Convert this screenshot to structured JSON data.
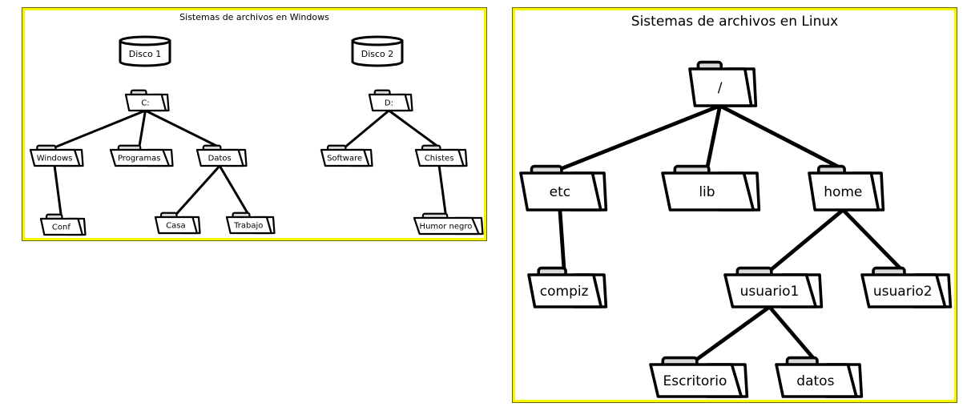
{
  "windows": {
    "title": "Sistemas de archivos en Windows",
    "disks": [
      {
        "id": "disk1",
        "label": "Disco 1"
      },
      {
        "id": "disk2",
        "label": "Disco 2"
      }
    ],
    "folders": [
      {
        "id": "c",
        "label": "C:"
      },
      {
        "id": "windows",
        "label": "Windows"
      },
      {
        "id": "programas",
        "label": "Programas"
      },
      {
        "id": "datos",
        "label": "Datos"
      },
      {
        "id": "conf",
        "label": "Conf"
      },
      {
        "id": "casa",
        "label": "Casa"
      },
      {
        "id": "trabajo",
        "label": "Trabajo"
      },
      {
        "id": "d",
        "label": "D:"
      },
      {
        "id": "software",
        "label": "Software"
      },
      {
        "id": "chistes",
        "label": "Chistes"
      },
      {
        "id": "humor",
        "label": "Humor negro"
      }
    ],
    "edges": [
      [
        "c",
        "windows"
      ],
      [
        "c",
        "programas"
      ],
      [
        "c",
        "datos"
      ],
      [
        "windows",
        "conf"
      ],
      [
        "datos",
        "casa"
      ],
      [
        "datos",
        "trabajo"
      ],
      [
        "d",
        "software"
      ],
      [
        "d",
        "chistes"
      ],
      [
        "chistes",
        "humor"
      ]
    ]
  },
  "linux": {
    "title": "Sistemas de archivos en Linux",
    "folders": [
      {
        "id": "root",
        "label": "/"
      },
      {
        "id": "etc",
        "label": "etc"
      },
      {
        "id": "lib",
        "label": "lib"
      },
      {
        "id": "home",
        "label": "home"
      },
      {
        "id": "compiz",
        "label": "compiz"
      },
      {
        "id": "usuario1",
        "label": "usuario1"
      },
      {
        "id": "usuario2",
        "label": "usuario2"
      },
      {
        "id": "escritorio",
        "label": "Escritorio"
      },
      {
        "id": "datos",
        "label": "datos"
      }
    ],
    "edges": [
      [
        "root",
        "etc"
      ],
      [
        "root",
        "lib"
      ],
      [
        "root",
        "home"
      ],
      [
        "etc",
        "compiz"
      ],
      [
        "home",
        "usuario1"
      ],
      [
        "home",
        "usuario2"
      ],
      [
        "usuario1",
        "escritorio"
      ],
      [
        "usuario1",
        "datos"
      ]
    ]
  },
  "colors": {
    "panel_border": "#f5f500",
    "folder_tab": "#d9d9d9",
    "stroke": "#000000"
  }
}
